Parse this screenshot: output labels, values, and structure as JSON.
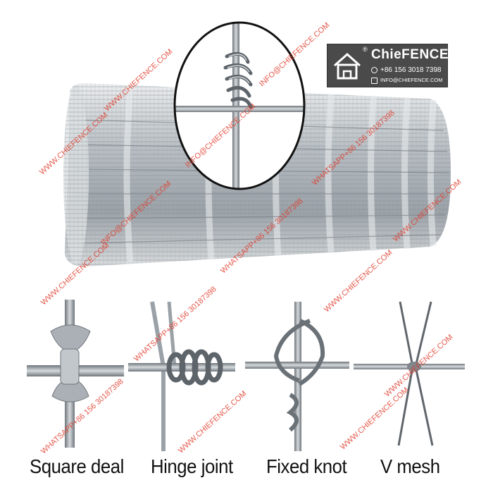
{
  "logo": {
    "registered": "®",
    "brand": "ChieFENCE",
    "phone": "+86 156 3018 7398",
    "email": "INFO@CHIEFENCE.COM"
  },
  "knots": [
    {
      "label": "Square deal"
    },
    {
      "label": "Hinge joint"
    },
    {
      "label": "Fixed knot"
    },
    {
      "label": "V mesh"
    }
  ],
  "watermarks": {
    "site": "WWW.CHIEFENCE.COM",
    "email": "INFO@CHIEFENCE.COM",
    "whatsapp": "WHATSAPP+86 156 30187398"
  },
  "colors": {
    "wire": "#8d949b",
    "watermark": "#e03a2a",
    "logo_bg": "#4a4a4a"
  }
}
